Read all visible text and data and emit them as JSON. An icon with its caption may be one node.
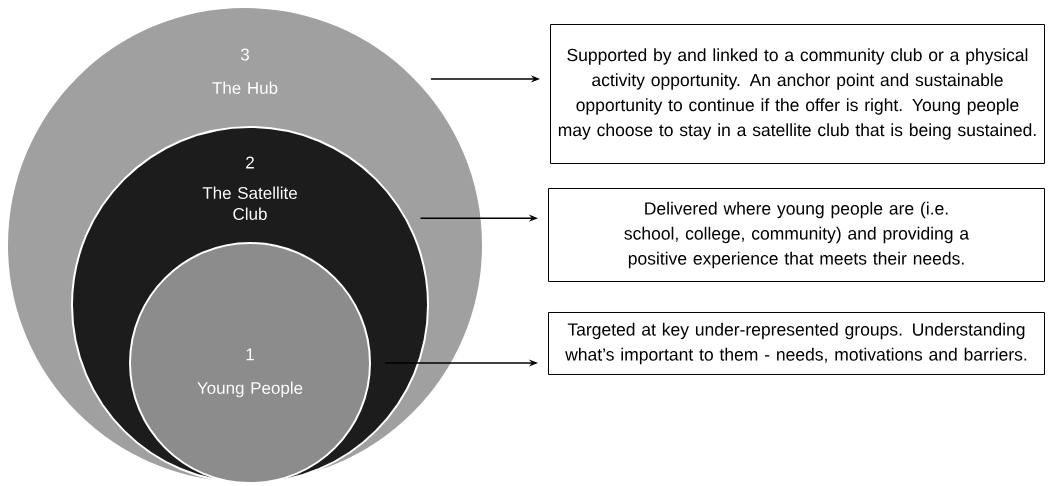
{
  "diagram": {
    "nodes": [
      {
        "text": [
          "3",
          "The Hub"
        ]
      },
      {
        "text": [
          "2",
          "The Satellite Club"
        ],
        "in": 0
      },
      {
        "text": [
          "1",
          "Young People"
        ],
        "in": 1
      },
      {
        "text": [
          "Supported by and linked to a community club or a physical activity opportunity. An anchor point and sustainable opportunity to continue if the offer is right. Young people may choose to stay in a satellite club that is being sustained."
        ]
      },
      {
        "text": [
          "Delivered where young people are (i.e. school, college, community) and providing a positive experience that meets their needs."
        ]
      },
      {
        "text": [
          "Targeted at key under-represented groups. Understanding what’s important to them - needs, motivations and barriers."
        ]
      }
    ],
    "edges": [
      {
        "from": 0,
        "to": 3,
        "arrow": "to"
      },
      {
        "from": 1,
        "to": 4,
        "arrow": "to"
      },
      {
        "from": 2,
        "to": 5,
        "arrow": "to"
      }
    ]
  }
}
